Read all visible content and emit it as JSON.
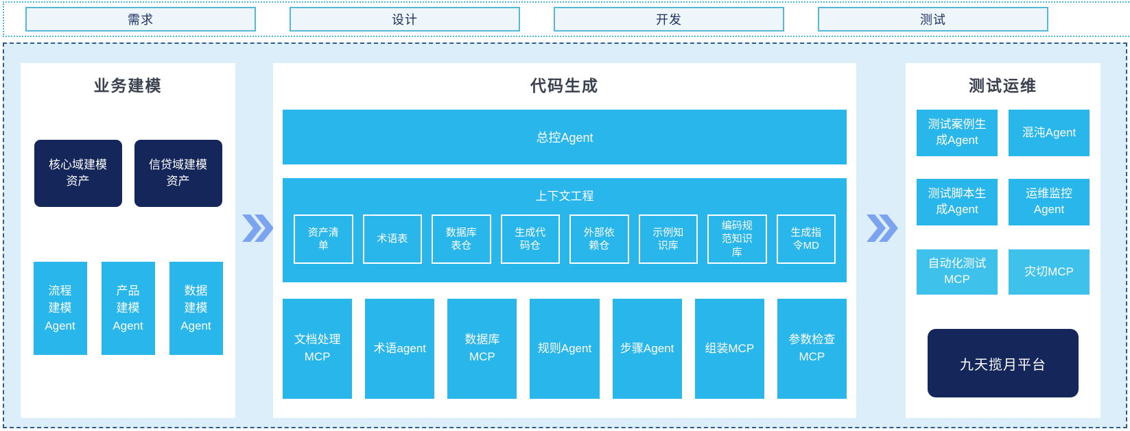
{
  "stages": [
    "需求",
    "设计",
    "开发",
    "测试"
  ],
  "business": {
    "title": "业务建模",
    "assets": [
      "核心域建模\n资产",
      "信贷域建模\n资产"
    ],
    "agents": [
      "流程\n建模\nAgent",
      "产品\n建模\nAgent",
      "数据\n建模\nAgent"
    ]
  },
  "codegen": {
    "title": "代码生成",
    "master_agent": "总控Agent",
    "context": {
      "title": "上下文工程",
      "items": [
        "资产清\n单",
        "术语表",
        "数据库\n表仓",
        "生成代\n码仓",
        "外部依\n赖仓",
        "示例知\n识库",
        "编码规\n范知识\n库",
        "生成指\n令MD"
      ]
    },
    "workers": [
      "文档处理\nMCP",
      "术语agent",
      "数据库\nMCP",
      "规则Agent",
      "步骤Agent",
      "组装MCP",
      "参数检查\nMCP"
    ]
  },
  "testops": {
    "title": "测试运维",
    "agents": [
      "测试案例生\n成Agent",
      "混沌Agent",
      "测试脚本生\n成Agent",
      "运维监控\nAgent"
    ],
    "mcps": [
      "自动化测试\nMCP",
      "灾切MCP"
    ],
    "platform": "九天揽月平台"
  },
  "icons": {
    "flow_arrow": "double-chevron-right"
  },
  "colors": {
    "cyan_box": "#29b6ea",
    "cyan_light_box": "#3ec2ec",
    "navy_box": "#14265a",
    "container_bg": "#dceef9",
    "dashed_border": "#2e5c8e",
    "dotted_border": "#49b6d6",
    "stage_box_bg": "#eef6fb",
    "stage_box_border": "#55b8d6",
    "stage_text": "#1c2e5e",
    "title_text": "#3a414e",
    "chevron": "#7ba3f0"
  }
}
